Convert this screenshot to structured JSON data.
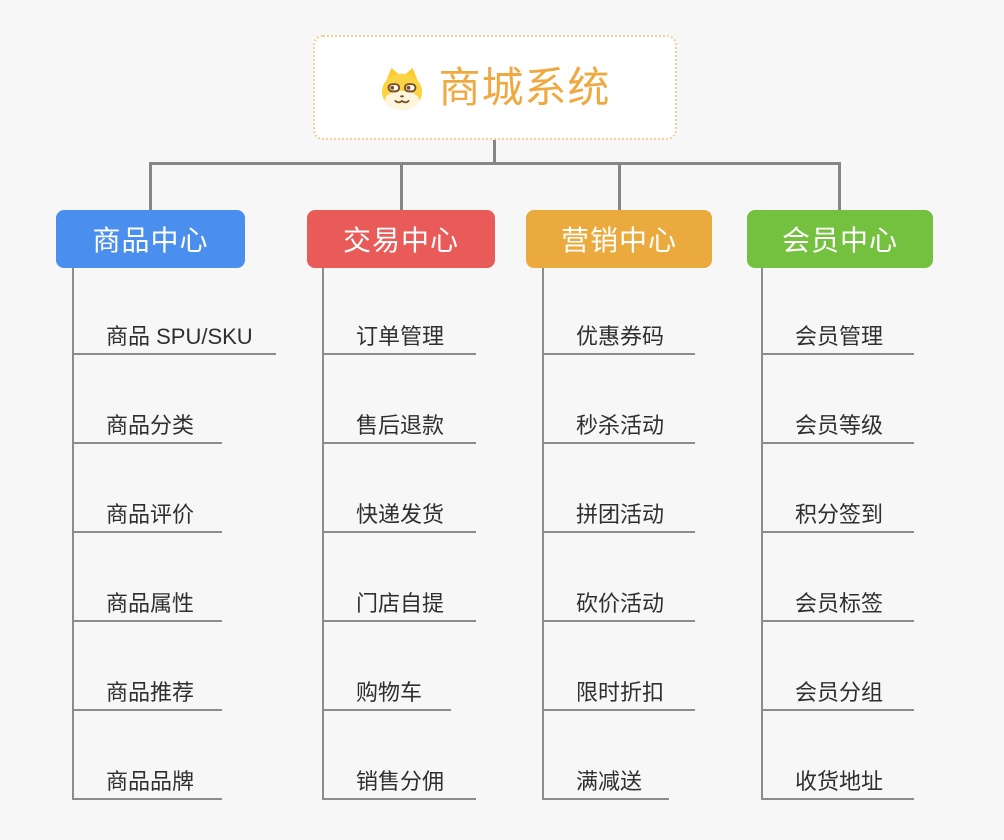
{
  "root": {
    "title": "商城系统",
    "icon": "shiba-dog-icon"
  },
  "branches": [
    {
      "label": "商品中心",
      "color": "#4A8FEE",
      "items": [
        "商品 SPU/SKU",
        "商品分类",
        "商品评价",
        "商品属性",
        "商品推荐",
        "商品品牌"
      ]
    },
    {
      "label": "交易中心",
      "color": "#E95B59",
      "items": [
        "订单管理",
        "售后退款",
        "快递发货",
        "门店自提",
        "购物车",
        "销售分佣"
      ]
    },
    {
      "label": "营销中心",
      "color": "#EAAA3E",
      "items": [
        "优惠券码",
        "秒杀活动",
        "拼团活动",
        "砍价活动",
        "限时折扣",
        "满减送"
      ]
    },
    {
      "label": "会员中心",
      "color": "#74C13F",
      "items": [
        "会员管理",
        "会员等级",
        "积分签到",
        "会员标签",
        "会员分组",
        "收货地址"
      ]
    }
  ],
  "colors": {
    "background": "#F7F7F7",
    "root_text": "#F0A941",
    "root_border": "#F5CD93",
    "connector": "#868686",
    "leaf_line": "#8C8C8C",
    "leaf_text": "#2F2F2F",
    "branch_blue": "#4A8FEE",
    "branch_red": "#E95B59",
    "branch_orange": "#EAAA3E",
    "branch_green": "#74C13F"
  }
}
